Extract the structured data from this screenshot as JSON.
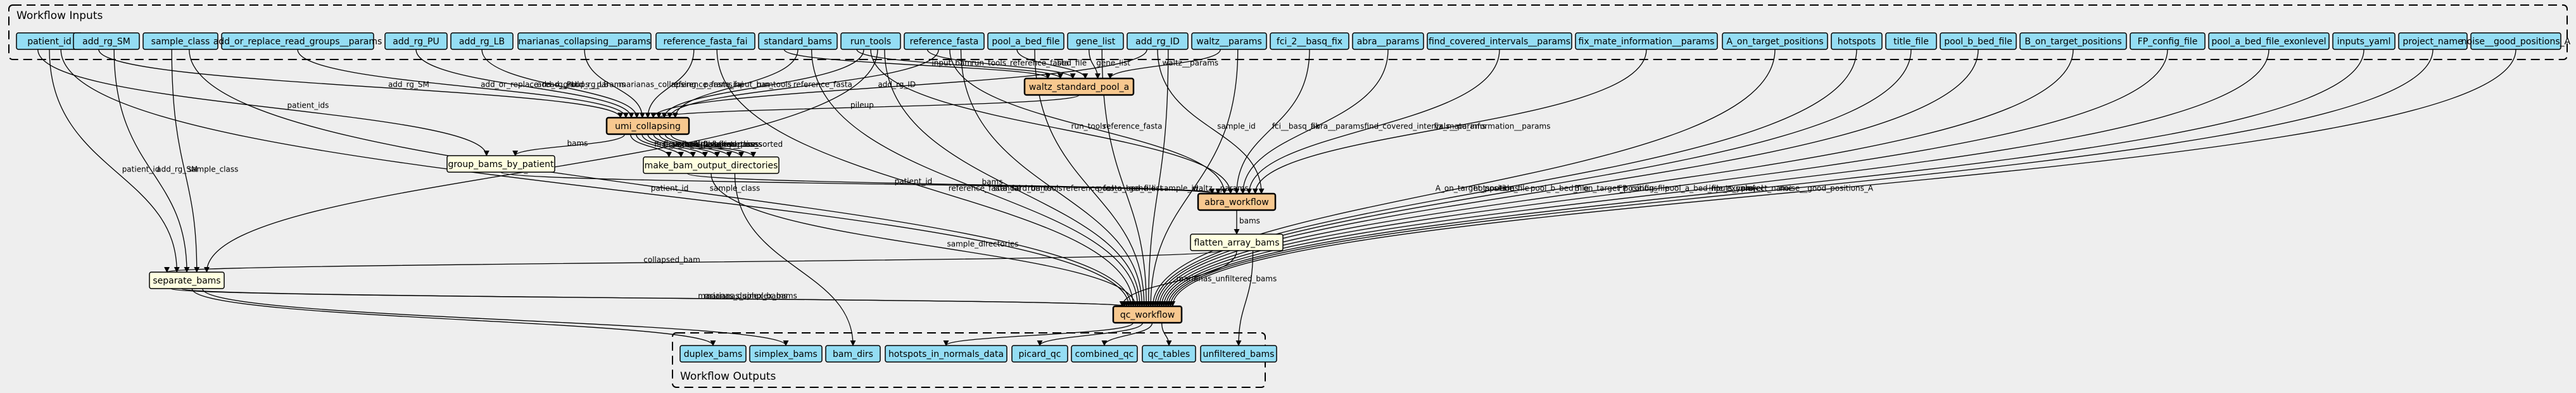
{
  "clusters": {
    "inputs_title": "Workflow Inputs",
    "outputs_title": "Workflow Outputs"
  },
  "colors": {
    "input_fill": "#94ddf4",
    "subworkflow_fill": "#f7c88f",
    "task_fill": "#ffffe0",
    "background": "#eeeeee"
  },
  "inputs": [
    {
      "id": "patient_id",
      "label": "patient_id"
    },
    {
      "id": "add_rg_SM",
      "label": "add_rg_SM"
    },
    {
      "id": "sample_class",
      "label": "sample_class"
    },
    {
      "id": "add_or_replace_read_groups__params",
      "label": "add_or_replace_read_groups__params"
    },
    {
      "id": "add_rg_PU",
      "label": "add_rg_PU"
    },
    {
      "id": "add_rg_LB",
      "label": "add_rg_LB"
    },
    {
      "id": "marianas_collapsing__params",
      "label": "marianas_collapsing__params"
    },
    {
      "id": "reference_fasta_fai",
      "label": "reference_fasta_fai"
    },
    {
      "id": "standard_bams",
      "label": "standard_bams"
    },
    {
      "id": "run_tools",
      "label": "run_tools"
    },
    {
      "id": "reference_fasta",
      "label": "reference_fasta"
    },
    {
      "id": "pool_a_bed_file",
      "label": "pool_a_bed_file"
    },
    {
      "id": "gene_list",
      "label": "gene_list"
    },
    {
      "id": "add_rg_ID",
      "label": "add_rg_ID"
    },
    {
      "id": "waltz__params",
      "label": "waltz__params"
    },
    {
      "id": "fci_2__basq_fix",
      "label": "fci_2__basq_fix"
    },
    {
      "id": "abra__params",
      "label": "abra__params"
    },
    {
      "id": "find_covered_intervals__params",
      "label": "find_covered_intervals__params"
    },
    {
      "id": "fix_mate_information__params",
      "label": "fix_mate_information__params"
    },
    {
      "id": "A_on_target_positions",
      "label": "A_on_target_positions"
    },
    {
      "id": "hotspots",
      "label": "hotspots"
    },
    {
      "id": "title_file",
      "label": "title_file"
    },
    {
      "id": "pool_b_bed_file",
      "label": "pool_b_bed_file"
    },
    {
      "id": "B_on_target_positions",
      "label": "B_on_target_positions"
    },
    {
      "id": "FP_config_file",
      "label": "FP_config_file"
    },
    {
      "id": "pool_a_bed_file_exonlevel",
      "label": "pool_a_bed_file_exonlevel"
    },
    {
      "id": "inputs_yaml",
      "label": "inputs_yaml"
    },
    {
      "id": "project_name",
      "label": "project_name"
    },
    {
      "id": "noise__good_positions_A",
      "label": "noise__good_positions_A"
    }
  ],
  "steps": [
    {
      "id": "waltz_standard_pool_a",
      "label": "waltz_standard_pool_a",
      "kind": "subworkflow"
    },
    {
      "id": "umi_collapsing",
      "label": "umi_collapsing",
      "kind": "subworkflow"
    },
    {
      "id": "group_bams_by_patient",
      "label": "group_bams_by_patient",
      "kind": "task"
    },
    {
      "id": "make_bam_output_directories",
      "label": "make_bam_output_directories",
      "kind": "task"
    },
    {
      "id": "abra_workflow",
      "label": "abra_workflow",
      "kind": "subworkflow"
    },
    {
      "id": "flatten_array_bams",
      "label": "flatten_array_bams",
      "kind": "task"
    },
    {
      "id": "separate_bams",
      "label": "separate_bams",
      "kind": "task"
    },
    {
      "id": "qc_workflow",
      "label": "qc_workflow",
      "kind": "subworkflow"
    }
  ],
  "outputs": [
    {
      "id": "duplex_bams",
      "label": "duplex_bams"
    },
    {
      "id": "simplex_bams",
      "label": "simplex_bams"
    },
    {
      "id": "bam_dirs",
      "label": "bam_dirs"
    },
    {
      "id": "hotspots_in_normals_data",
      "label": "hotspots_in_normals_data"
    },
    {
      "id": "picard_qc",
      "label": "picard_qc"
    },
    {
      "id": "combined_qc",
      "label": "combined_qc"
    },
    {
      "id": "qc_tables",
      "label": "qc_tables"
    },
    {
      "id": "unfiltered_bams",
      "label": "unfiltered_bams"
    }
  ],
  "edges": [
    {
      "from": "add_rg_SM",
      "to": "umi_collapsing",
      "label": "add_rg_SM"
    },
    {
      "from": "add_or_replace_read_groups__params",
      "to": "umi_collapsing",
      "label": "add_or_replace_read_groups__params"
    },
    {
      "from": "add_rg_PU",
      "to": "umi_collapsing",
      "label": "add_rg_PU"
    },
    {
      "from": "add_rg_LB",
      "to": "umi_collapsing",
      "label": "add_rg_LB"
    },
    {
      "from": "marianas_collapsing__params",
      "to": "umi_collapsing",
      "label": "marianas_collapsing__params"
    },
    {
      "from": "reference_fasta_fai",
      "to": "umi_collapsing",
      "label": "reference_fasta_fai"
    },
    {
      "from": "standard_bams",
      "to": "waltz_standard_pool_a",
      "label": "input_bam"
    },
    {
      "from": "run_tools",
      "to": "waltz_standard_pool_a",
      "label": "run_tools"
    },
    {
      "from": "reference_fasta",
      "to": "waltz_standard_pool_a",
      "label": "reference_fasta"
    },
    {
      "from": "pool_a_bed_file",
      "to": "waltz_standard_pool_a",
      "label": "bed_file"
    },
    {
      "from": "gene_list",
      "to": "waltz_standard_pool_a",
      "label": "gene_list"
    },
    {
      "from": "waltz__params",
      "to": "waltz_standard_pool_a",
      "label": "waltz__params"
    },
    {
      "from": "add_rg_ID",
      "to": "umi_collapsing",
      "label": "add_rg_ID"
    },
    {
      "from": "waltz_standard_pool_a",
      "to": "umi_collapsing",
      "label": "pileup"
    },
    {
      "from": "run_tools",
      "to": "umi_collapsing",
      "label": "run_tools"
    },
    {
      "from": "reference_fasta",
      "to": "umi_collapsing",
      "label": "reference_fasta"
    },
    {
      "from": "standard_bams",
      "to": "umi_collapsing",
      "label": "input_bam"
    },
    {
      "from": "patient_id",
      "to": "group_bams_by_patient",
      "label": "patient_ids"
    },
    {
      "from": "umi_collapsing",
      "to": "group_bams_by_patient",
      "label": "bams"
    },
    {
      "from": "umi_collapsing",
      "to": "make_bam_output_directories",
      "label": "first_pass_alt_alleles"
    },
    {
      "from": "umi_collapsing",
      "to": "make_bam_output_directories",
      "label": "first_pass_file"
    },
    {
      "from": "umi_collapsing",
      "to": "make_bam_output_directories",
      "label": "second_pass_insertions"
    },
    {
      "from": "umi_collapsing",
      "to": "make_bam_output_directories",
      "label": "first_pass_insertions"
    },
    {
      "from": "umi_collapsing",
      "to": "make_bam_output_directories",
      "label": "r1_fastq"
    },
    {
      "from": "umi_collapsing",
      "to": "make_bam_output_directories",
      "label": "r2_fastq"
    },
    {
      "from": "umi_collapsing",
      "to": "make_bam_output_directories",
      "label": "second_pass"
    },
    {
      "from": "umi_collapsing",
      "to": "make_bam_output_directories",
      "label": "first_pass_sorted"
    },
    {
      "from": "group_bams_by_patient",
      "to": "abra_workflow",
      "label": "patient_id"
    },
    {
      "from": "make_bam_output_directories",
      "to": "abra_workflow",
      "label": "bams"
    },
    {
      "from": "reference_fasta",
      "to": "abra_workflow",
      "label": "reference_fasta"
    },
    {
      "from": "run_tools",
      "to": "abra_workflow",
      "label": "run_tools"
    },
    {
      "from": "fci_2__basq_fix",
      "to": "abra_workflow",
      "label": "fci__basq_fix"
    },
    {
      "from": "abra__params",
      "to": "abra_workflow",
      "label": "abra__params"
    },
    {
      "from": "find_covered_intervals__params",
      "to": "abra_workflow",
      "label": "find_covered_intervals__params"
    },
    {
      "from": "fix_mate_information__params",
      "to": "abra_workflow",
      "label": "fix_mate_information__params"
    },
    {
      "from": "add_rg_ID",
      "to": "abra_workflow",
      "label": "sample_id"
    },
    {
      "from": "abra_workflow",
      "to": "flatten_array_bams",
      "label": "bams"
    },
    {
      "from": "flatten_array_bams",
      "to": "separate_bams",
      "label": "collapsed_bam"
    },
    {
      "from": "patient_id",
      "to": "separate_bams",
      "label": "patient_id"
    },
    {
      "from": "add_rg_SM",
      "to": "separate_bams",
      "label": "add_rg_SM"
    },
    {
      "from": "sample_class",
      "to": "separate_bams",
      "label": "sample_class"
    },
    {
      "from": "run_tools",
      "to": "separate_bams",
      "label": "run_tools"
    },
    {
      "from": "flatten_array_bams",
      "to": "qc_workflow",
      "label": "marianas_unfiltered_bams"
    },
    {
      "from": "separate_bams",
      "to": "qc_workflow",
      "label": "marianas_duplex_bams"
    },
    {
      "from": "separate_bams",
      "to": "qc_workflow",
      "label": "marianas_simplex_bams"
    },
    {
      "from": "patient_id",
      "to": "qc_workflow",
      "label": "patient_id"
    },
    {
      "from": "sample_class",
      "to": "qc_workflow",
      "label": "sample_class"
    },
    {
      "from": "reference_fasta_fai",
      "to": "qc_workflow",
      "label": "reference_fasta_fai"
    },
    {
      "from": "make_bam_output_directories",
      "to": "qc_workflow",
      "label": "sample_directories"
    },
    {
      "from": "standard_bams",
      "to": "qc_workflow",
      "label": "standard_bams"
    },
    {
      "from": "run_tools",
      "to": "qc_workflow",
      "label": "run_tools"
    },
    {
      "from": "reference_fasta",
      "to": "qc_workflow",
      "label": "reference_fasta"
    },
    {
      "from": "pool_a_bed_file",
      "to": "qc_workflow",
      "label": "pool_a_bed_file"
    },
    {
      "from": "gene_list",
      "to": "qc_workflow",
      "label": "gene_list"
    },
    {
      "from": "add_rg_ID",
      "to": "qc_workflow",
      "label": "sample_id"
    },
    {
      "from": "waltz__params",
      "to": "qc_workflow",
      "label": "waltz__params"
    },
    {
      "from": "A_on_target_positions",
      "to": "qc_workflow",
      "label": "A_on_target_positions"
    },
    {
      "from": "hotspots",
      "to": "qc_workflow",
      "label": "hotspots"
    },
    {
      "from": "title_file",
      "to": "qc_workflow",
      "label": "title_file"
    },
    {
      "from": "pool_b_bed_file",
      "to": "qc_workflow",
      "label": "pool_b_bed_file"
    },
    {
      "from": "B_on_target_positions",
      "to": "qc_workflow",
      "label": "B_on_target_positions"
    },
    {
      "from": "FP_config_file",
      "to": "qc_workflow",
      "label": "FP_config_file"
    },
    {
      "from": "pool_a_bed_file_exonlevel",
      "to": "qc_workflow",
      "label": "pool_a_bed_file_exonlevel"
    },
    {
      "from": "inputs_yaml",
      "to": "qc_workflow",
      "label": "inputs_yaml"
    },
    {
      "from": "project_name",
      "to": "qc_workflow",
      "label": "project_name"
    },
    {
      "from": "noise__good_positions_A",
      "to": "qc_workflow",
      "label": "noise__good_positions_A"
    },
    {
      "from": "separate_bams",
      "to": "duplex_bams",
      "label": ""
    },
    {
      "from": "separate_bams",
      "to": "simplex_bams",
      "label": ""
    },
    {
      "from": "make_bam_output_directories",
      "to": "bam_dirs",
      "label": ""
    },
    {
      "from": "qc_workflow",
      "to": "hotspots_in_normals_data",
      "label": ""
    },
    {
      "from": "qc_workflow",
      "to": "picard_qc",
      "label": ""
    },
    {
      "from": "qc_workflow",
      "to": "combined_qc",
      "label": ""
    },
    {
      "from": "qc_workflow",
      "to": "qc_tables",
      "label": ""
    },
    {
      "from": "flatten_array_bams",
      "to": "unfiltered_bams",
      "label": ""
    }
  ]
}
